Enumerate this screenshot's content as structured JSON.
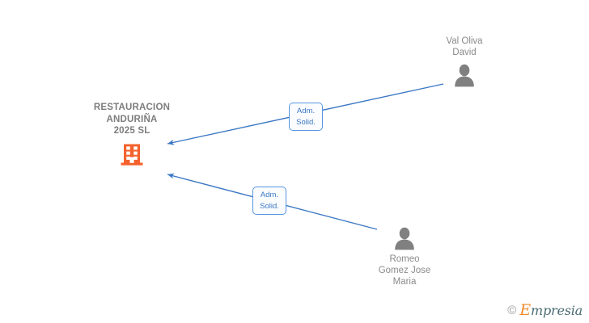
{
  "graph": {
    "type": "ownership-network-diagram",
    "background_color": "#ffffff",
    "edge_color": "#3b78c4",
    "company_color": "#f4622d",
    "person_color": "#808080",
    "label_text_color": "#3b78c4",
    "label_border_color": "#5596e0"
  },
  "company": {
    "name_lines": [
      "RESTAURACION",
      "ANDURIÑA",
      "2025  SL"
    ],
    "line1": "RESTAURACION",
    "line2": "ANDURIÑA",
    "line3": "2025  SL",
    "icon": "building-icon"
  },
  "people": [
    {
      "id": "person-top",
      "name_lines": [
        "Val Oliva",
        "David"
      ],
      "line1": "Val Oliva",
      "line2": "David",
      "icon": "person-icon"
    },
    {
      "id": "person-bottom",
      "name_lines": [
        "Romeo",
        "Gomez Jose",
        "Maria"
      ],
      "line1": "Romeo",
      "line2": "Gomez Jose",
      "line3": "Maria",
      "icon": "person-icon"
    }
  ],
  "relations": [
    {
      "id": "relation-top",
      "from": "person-top",
      "to": "company",
      "line1": "Adm.",
      "line2": "Solid."
    },
    {
      "id": "relation-bottom",
      "from": "person-bottom",
      "to": "company",
      "line1": "Adm.",
      "line2": "Solid."
    }
  ],
  "watermark": {
    "copyright": "©",
    "brand_initial": "E",
    "brand_rest": "mpresia"
  }
}
